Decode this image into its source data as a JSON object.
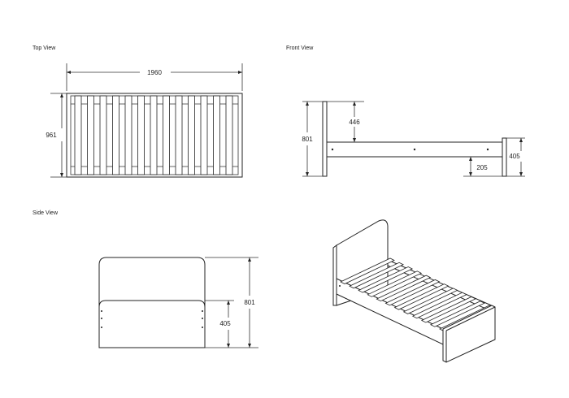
{
  "views": {
    "top": {
      "title": "Top View",
      "width": "1960",
      "depth": "961"
    },
    "front": {
      "title": "Front View",
      "height": "801",
      "upper": "446",
      "lower": "205",
      "footboard": "405"
    },
    "side": {
      "title": "Side View",
      "height": "801",
      "footboard": "405"
    }
  }
}
